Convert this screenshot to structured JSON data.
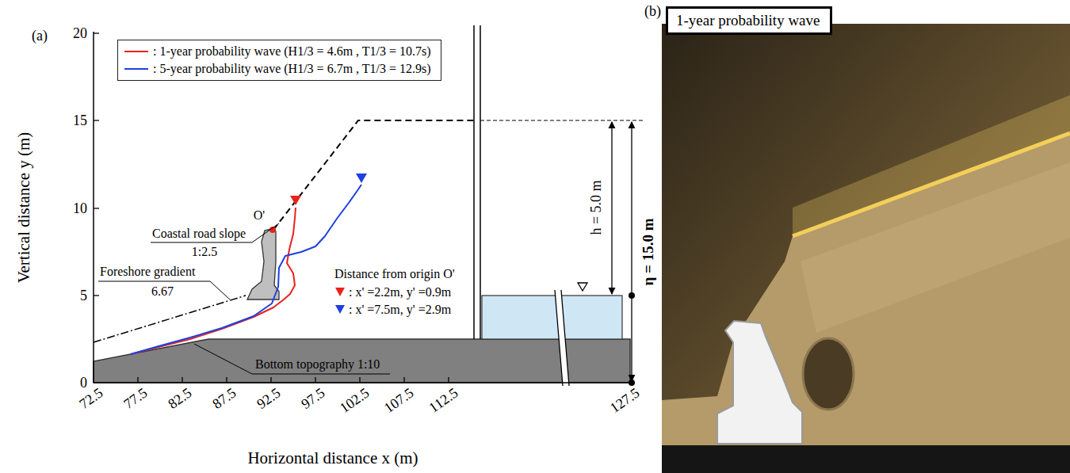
{
  "diagram": {
    "nodes": [
      {
        "text": [
          "1-year probability wave"
        ]
      }
    ],
    "labels": [
      "(a)",
      "(b)",
      "20",
      "15",
      "10",
      "5",
      "0",
      "72.5",
      "77.5",
      "82.5",
      "87.5",
      "92.5",
      "97.5",
      "102.5",
      "107.5",
      "112.5",
      "127.5",
      "Vertical distance y (m)",
      "Horizontal distance x (m)",
      "Coastal road slope",
      "1:2.5",
      "O'",
      "Foreshore gradient",
      "6.67",
      "Distance from origin O'",
      ": x' =2.2m, y' =0.9m",
      ": x' =7.5m, y' =2.9m",
      "Bottom topography 1:10",
      "h = 5.0 m",
      "η = 15.0 m"
    ],
    "legend": [
      {
        "text": ": 1-year probability wave (H1/3 = 4.6m , T1/3 = 10.7s)"
      },
      {
        "text": ": 5-year probability wave (H1/3 = 6.7m , T1/3 = 12.9s)"
      }
    ]
  }
}
